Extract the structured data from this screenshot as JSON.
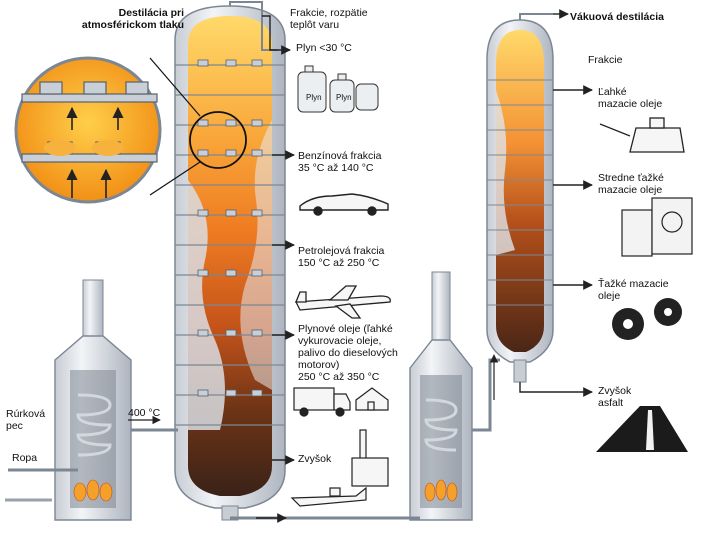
{
  "column1": {
    "title_line1": "Destilácia pri",
    "title_line2": "atmosférickom tlaku",
    "fractions_header_line1": "Frakcie, rozpätie",
    "fractions_header_line2": "teplôt varu"
  },
  "fractions": {
    "gas": "Plyn <30 °C",
    "gas_tank_label": "Plyn",
    "gasoline_line1": "Benzínová frakcia",
    "gasoline_line2": "35 °C až 140 °C",
    "kerosene_line1": "Petrolejová frakcia",
    "kerosene_line2": "150 °C až 250 °C",
    "gasoil_line1": "Plynové oleje (ľahké",
    "gasoil_line2": "vykurovacie oleje,",
    "gasoil_line3": "palivo do dieselových",
    "gasoil_line4": "motorov)",
    "gasoil_line5": "250 °C až 350 °C",
    "residue": "Zvyšok"
  },
  "furnace": {
    "label_line1": "Rúrková",
    "label_line2": "pec",
    "crude_oil": "Ropa",
    "temperature": "400 °C"
  },
  "column2": {
    "title": "Vákuová destilácia",
    "fractions_label": "Frakcie",
    "light_oil_line1": "Ľahké",
    "light_oil_line2": "mazacie oleje",
    "medium_oil_line1": "Stredne ťažké",
    "medium_oil_line2": "mazacie oleje",
    "heavy_oil_line1": "Ťažké mazacie",
    "heavy_oil_line2": "oleje",
    "residue_line1": "Zvyšok",
    "residue_line2": "asfalt"
  },
  "colors": {
    "column_fill": "#e2e6ec",
    "column_outline": "#7d8794",
    "liquid_top": "#ffcf5a",
    "liquid_mid": "#f07a1c",
    "liquid_low": "#9a3a10",
    "liquid_bottom": "#3f2418",
    "arrow": "#222222",
    "inset_bg": "#f4a21e"
  }
}
